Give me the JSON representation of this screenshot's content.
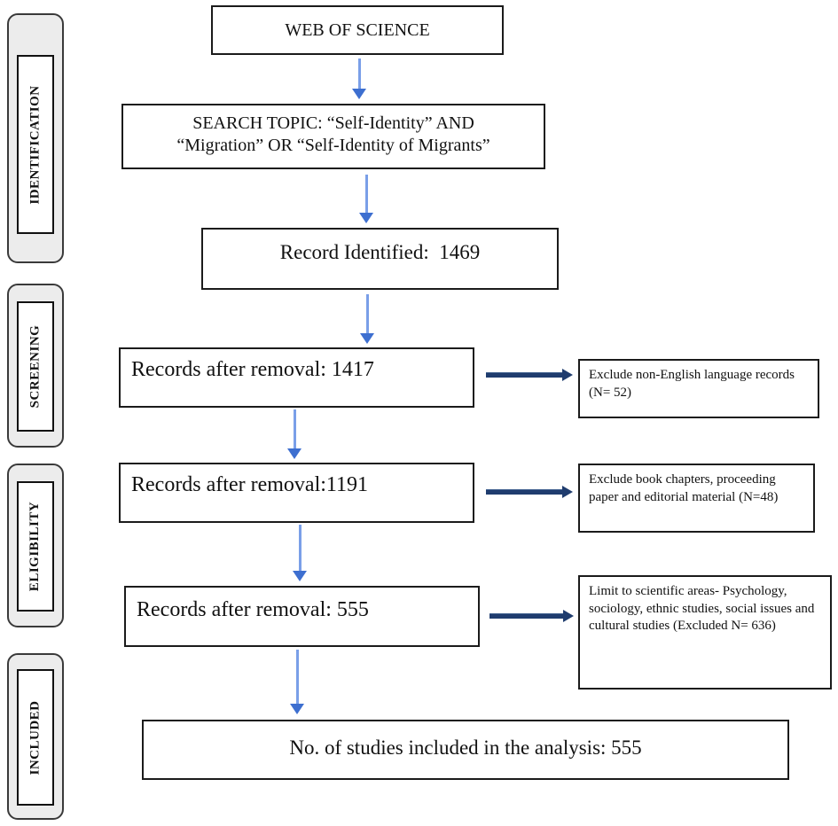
{
  "colors": {
    "arrow-light": "#7a9fe8",
    "arrow-light-head": "#3d6fd0",
    "arrow-dark": "#1f3c6e",
    "box-border": "#1b1b1b",
    "stage-fill": "#ececec",
    "stage-border": "#3a3a3a"
  },
  "stages": [
    {
      "label": "IDENTIFICATION"
    },
    {
      "label": "SCREENING"
    },
    {
      "label": "ELIGIBILITY"
    },
    {
      "label": "INCLUDED"
    }
  ],
  "flow": {
    "source": {
      "label": "WEB OF SCIENCE"
    },
    "search": {
      "line1": "SEARCH TOPIC: “Self-Identity” AND",
      "line2": "“Migration” OR “Self-Identity of Migrants”"
    },
    "identified": {
      "label": "Record Identified:  1469"
    },
    "removal1": {
      "label": "Records after removal: 1417"
    },
    "removal2": {
      "label": "Records after removal:1191"
    },
    "removal3": {
      "label": "Records after removal: 555"
    },
    "included": {
      "label": "No. of studies included in the analysis: 555"
    }
  },
  "exclusions": [
    {
      "label": "Exclude non-English language records (N= 52)"
    },
    {
      "label": "Exclude book chapters, proceeding paper and editorial material (N=48)"
    },
    {
      "label": "Limit to scientific areas- Psychology, sociology, ethnic studies, social issues and cultural studies (Excluded N= 636)"
    }
  ]
}
